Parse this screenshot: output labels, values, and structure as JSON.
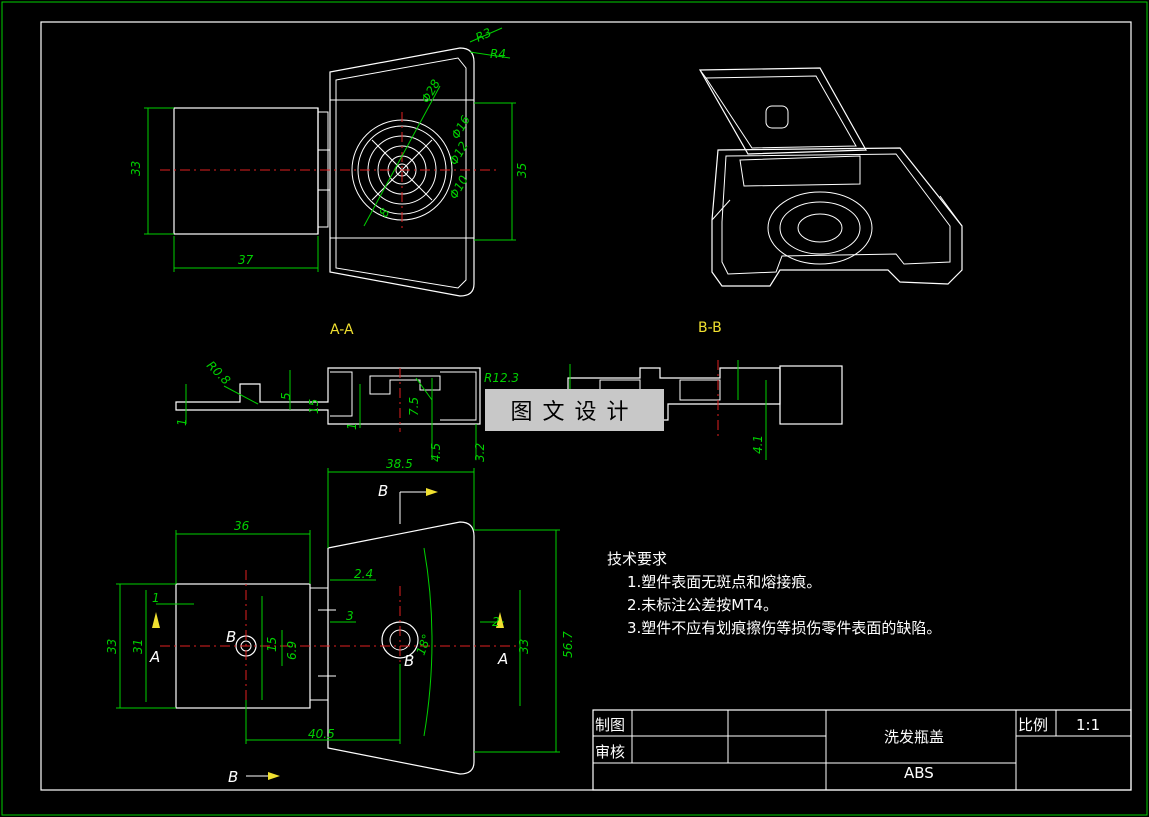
{
  "views": {
    "section_aa": "A-A",
    "section_bb": "B-B"
  },
  "watermark": "图文设计",
  "dimensions": {
    "top_left": [
      "33",
      "37"
    ],
    "top_right": [
      "R3",
      "R4",
      "Φ28",
      "Φ16",
      "Φ12",
      "Φ10",
      "35",
      "8"
    ],
    "section": [
      "R0.8",
      "1",
      "5",
      "15",
      "7.5",
      "1",
      "4.5",
      "3.2",
      "R12.3",
      "4.1"
    ],
    "bottom": [
      "38.5",
      "36",
      "2.4",
      "1",
      "3",
      "15",
      "6.9",
      "33",
      "31",
      "40.5",
      "2",
      "33",
      "56.7",
      "18°"
    ],
    "section_letters": [
      "B",
      "B",
      "A",
      "A",
      "B",
      "B"
    ]
  },
  "tech_requirements": {
    "title": "技术要求",
    "items": [
      "1.塑件表面无斑点和熔接痕。",
      "2.未标注公差按MT4。",
      "3.塑件不应有划痕擦伤等损伤零件表面的缺陷。"
    ]
  },
  "title_block": {
    "drawn_label": "制图",
    "checked_label": "审核",
    "part_name": "洗发瓶盖",
    "material": "ABS",
    "scale_label": "比例",
    "scale_value": "1:1"
  },
  "colors": {
    "background": "#000000",
    "geometry": "#ffffff",
    "dimension": "#00d000",
    "centerline": "#e02020",
    "label": "#f0e030"
  }
}
